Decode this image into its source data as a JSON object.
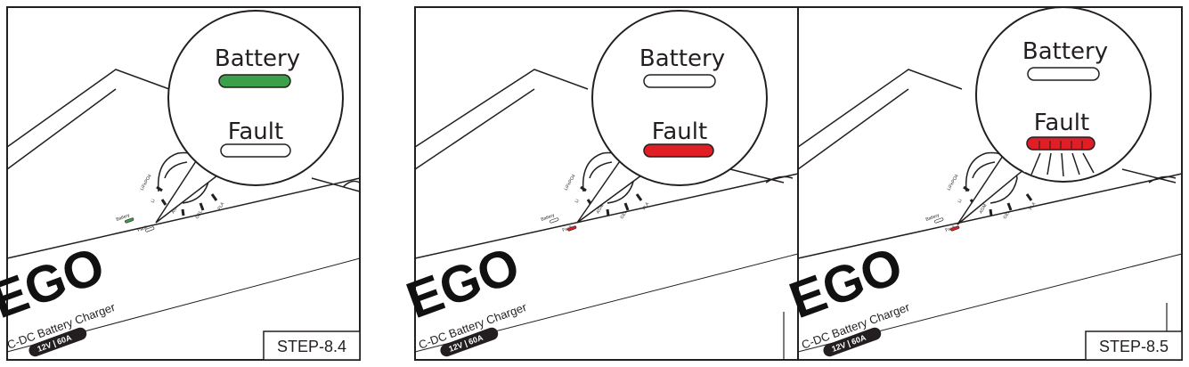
{
  "panels": [
    {
      "id": "left",
      "battery_label": "Battery",
      "fault_label": "Fault",
      "battery_led": "green",
      "fault_led": "off",
      "fault_blinking": false,
      "step_label": "STEP-8.4",
      "device": {
        "brand": "EGO",
        "model": "C-DC Battery Charger",
        "spec": "12V | 60A",
        "small_battery": "Battery",
        "small_fault": "Fault",
        "dial_labels": [
          "LiFePO4",
          "Li",
          "AGM",
          "GEL",
          "FLA"
        ]
      }
    },
    {
      "id": "middle",
      "battery_label": "Battery",
      "fault_label": "Fault",
      "battery_led": "off",
      "fault_led": "red",
      "fault_blinking": false,
      "step_label": "",
      "device": {
        "brand": "EGO",
        "model": "C-DC Battery Charger",
        "spec": "12V | 60A",
        "small_battery": "Battery",
        "small_fault": "Fault",
        "dial_labels": [
          "LiFePO4",
          "Li",
          "AGM",
          "GEL",
          "FLA"
        ]
      }
    },
    {
      "id": "right",
      "battery_label": "Battery",
      "fault_label": "Fault",
      "battery_led": "off",
      "fault_led": "red",
      "fault_blinking": true,
      "step_label": "STEP-8.5",
      "device": {
        "brand": "EGO",
        "model": "C-DC Battery Charger",
        "spec": "12V | 60A",
        "small_battery": "Battery",
        "small_fault": "Fault",
        "dial_labels": [
          "LiFePO4",
          "Li",
          "AGM",
          "GEL",
          "FLA"
        ]
      }
    }
  ],
  "colors": {
    "green": "#3aa14a",
    "red": "#e01e26",
    "off": "#ffffff",
    "stroke": "#231f20"
  }
}
